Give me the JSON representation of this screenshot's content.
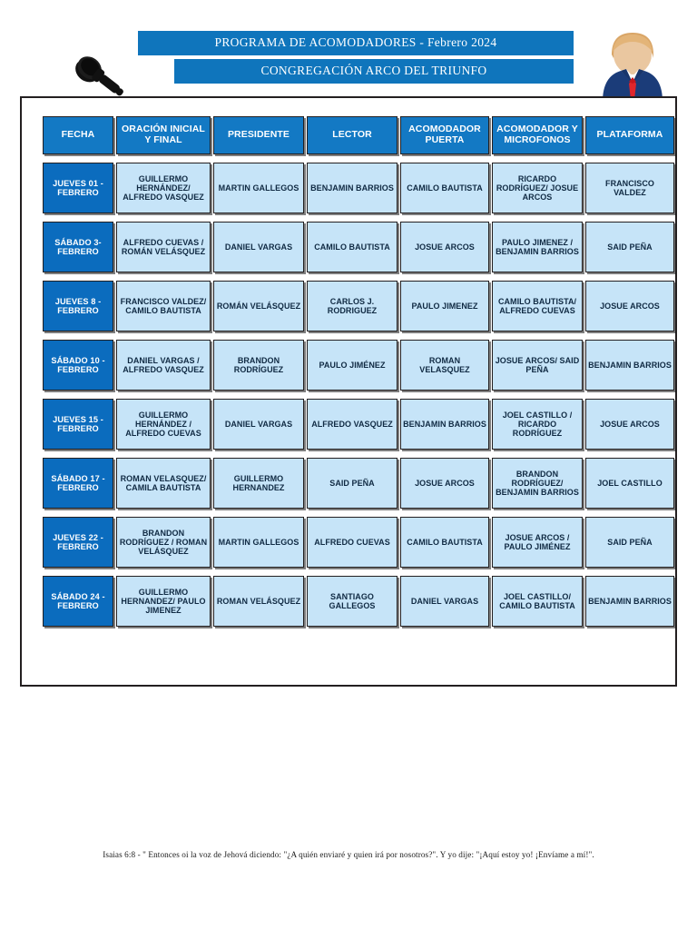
{
  "header": {
    "mic_icon": "microphone-icon",
    "avatar_icon": "businessman-avatar-icon",
    "banner_title": "PROGRAMA DE ACOMODADORES - Febrero 2024",
    "banner_subtitle": "CONGREGACIÓN ARCO DEL TRIUNFO",
    "banner_color": "#0F75BC"
  },
  "table": {
    "header_color": "#1379C4",
    "date_cell_color": "#0B6CBE",
    "body_cell_color": "#C6E4F8",
    "columns": [
      "FECHA",
      "ORACIÓN INICIAL Y FINAL",
      "PRESIDENTE",
      "LECTOR",
      "ACOMODADOR PUERTA",
      "ACOMODADOR Y MICROFONOS",
      "PLATAFORMA"
    ],
    "rows": [
      {
        "fecha": "JUEVES 01 - FEBRERO",
        "oracion": "GUILLERMO HERNÁNDEZ/ ALFREDO VASQUEZ",
        "presidente": "MARTIN GALLEGOS",
        "lector": "BENJAMIN BARRIOS",
        "acomodador_puerta": "CAMILO BAUTISTA",
        "acomodador_microfonos": "RICARDO RODRÍGUEZ/ JOSUE ARCOS",
        "plataforma": "FRANCISCO VALDEZ"
      },
      {
        "fecha": "SÁBADO 3- FEBRERO",
        "oracion": "ALFREDO CUEVAS / ROMÁN VELÁSQUEZ",
        "presidente": "DANIEL VARGAS",
        "lector": "CAMILO BAUTISTA",
        "acomodador_puerta": "JOSUE ARCOS",
        "acomodador_microfonos": "PAULO JIMENEZ / BENJAMIN BARRIOS",
        "plataforma": "SAID PEÑA"
      },
      {
        "fecha": "JUEVES 8 - FEBRERO",
        "oracion": "FRANCISCO VALDEZ/ CAMILO BAUTISTA",
        "presidente": "ROMÁN VELÁSQUEZ",
        "lector": "CARLOS J. RODRIGUEZ",
        "acomodador_puerta": "PAULO JIMENEZ",
        "acomodador_microfonos": "CAMILO BAUTISTA/ ALFREDO CUEVAS",
        "plataforma": "JOSUE ARCOS"
      },
      {
        "fecha": "SÁBADO 10 - FEBRERO",
        "oracion": "DANIEL VARGAS / ALFREDO VASQUEZ",
        "presidente": "BRANDON RODRÍGUEZ",
        "lector": "PAULO JIMÉNEZ",
        "acomodador_puerta": "ROMAN VELASQUEZ",
        "acomodador_microfonos": "JOSUE ARCOS/ SAID PEÑA",
        "plataforma": "BENJAMIN BARRIOS"
      },
      {
        "fecha": "JUEVES 15 - FEBRERO",
        "oracion": "GUILLERMO HERNÁNDEZ / ALFREDO CUEVAS",
        "presidente": "DANIEL VARGAS",
        "lector": "ALFREDO VASQUEZ",
        "acomodador_puerta": "BENJAMIN BARRIOS",
        "acomodador_microfonos": "JOEL CASTILLO / RICARDO RODRÍGUEZ",
        "plataforma": "JOSUE ARCOS"
      },
      {
        "fecha": "SÁBADO 17 - FEBRERO",
        "oracion": "ROMAN VELASQUEZ/ CAMILA BAUTISTA",
        "presidente": "GUILLERMO HERNANDEZ",
        "lector": "SAID PEÑA",
        "acomodador_puerta": "JOSUE ARCOS",
        "acomodador_microfonos": "BRANDON RODRÍGUEZ/ BENJAMIN BARRIOS",
        "plataforma": "JOEL CASTILLO"
      },
      {
        "fecha": "JUEVES 22 - FEBRERO",
        "oracion": "BRANDON RODRÍGUEZ / ROMAN VELÁSQUEZ",
        "presidente": "MARTIN GALLEGOS",
        "lector": "ALFREDO CUEVAS",
        "acomodador_puerta": "CAMILO BAUTISTA",
        "acomodador_microfonos": "JOSUE ARCOS / PAULO JIMÉNEZ",
        "plataforma": "SAID PEÑA"
      },
      {
        "fecha": "SÁBADO 24 - FEBRERO",
        "oracion": "GUILLERMO HERNANDEZ/ PAULO JIMENEZ",
        "presidente": "ROMAN VELÁSQUEZ",
        "lector": "SANTIAGO GALLEGOS",
        "acomodador_puerta": "DANIEL VARGAS",
        "acomodador_microfonos": "JOEL CASTILLO/ CAMILO BAUTISTA",
        "plataforma": "BENJAMIN BARRIOS"
      }
    ]
  },
  "footer": {
    "scripture": "Isaias 6:8  -  \" Entonces oi la voz de Jehová diciendo: \"¿A quién enviaré y quien irá por nosotros?\". Y yo dije: \"¡Aquí estoy yo! ¡Envíame a mí!\"."
  }
}
